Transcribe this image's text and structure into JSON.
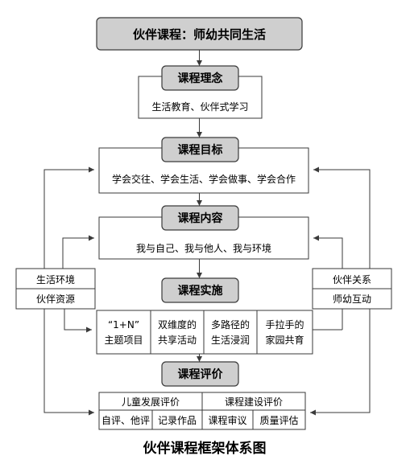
{
  "title": "伙伴课程：师幼共同生活",
  "concept": {
    "header": "课程理念",
    "text": "生活教育、伙伴式学习"
  },
  "goals": {
    "header": "课程目标",
    "text": "学会交往、学会生活、学会做事、学会合作"
  },
  "content": {
    "header": "课程内容",
    "text": "我与自己、我与他人、我与环境"
  },
  "implementation": {
    "header": "课程实施",
    "items": [
      [
        "“1+N”",
        "主题项目"
      ],
      [
        "双维度的",
        "共享活动"
      ],
      [
        "多路径的",
        "生活浸润"
      ],
      [
        "手拉手的",
        "家园共育"
      ]
    ]
  },
  "left_side": {
    "line1": "生活环境",
    "line2": "伙伴资源"
  },
  "right_side": {
    "line1": "伙伴关系",
    "line2": "师幼互动"
  },
  "evaluation": {
    "header": "课程评价",
    "groups": [
      {
        "label": "儿童发展评价",
        "items": [
          "自评、他评",
          "记录作品"
        ]
      },
      {
        "label": "课程建设评价",
        "items": [
          "课程审议",
          "质量评估"
        ]
      }
    ]
  },
  "caption": "伙伴课程框架体系图"
}
